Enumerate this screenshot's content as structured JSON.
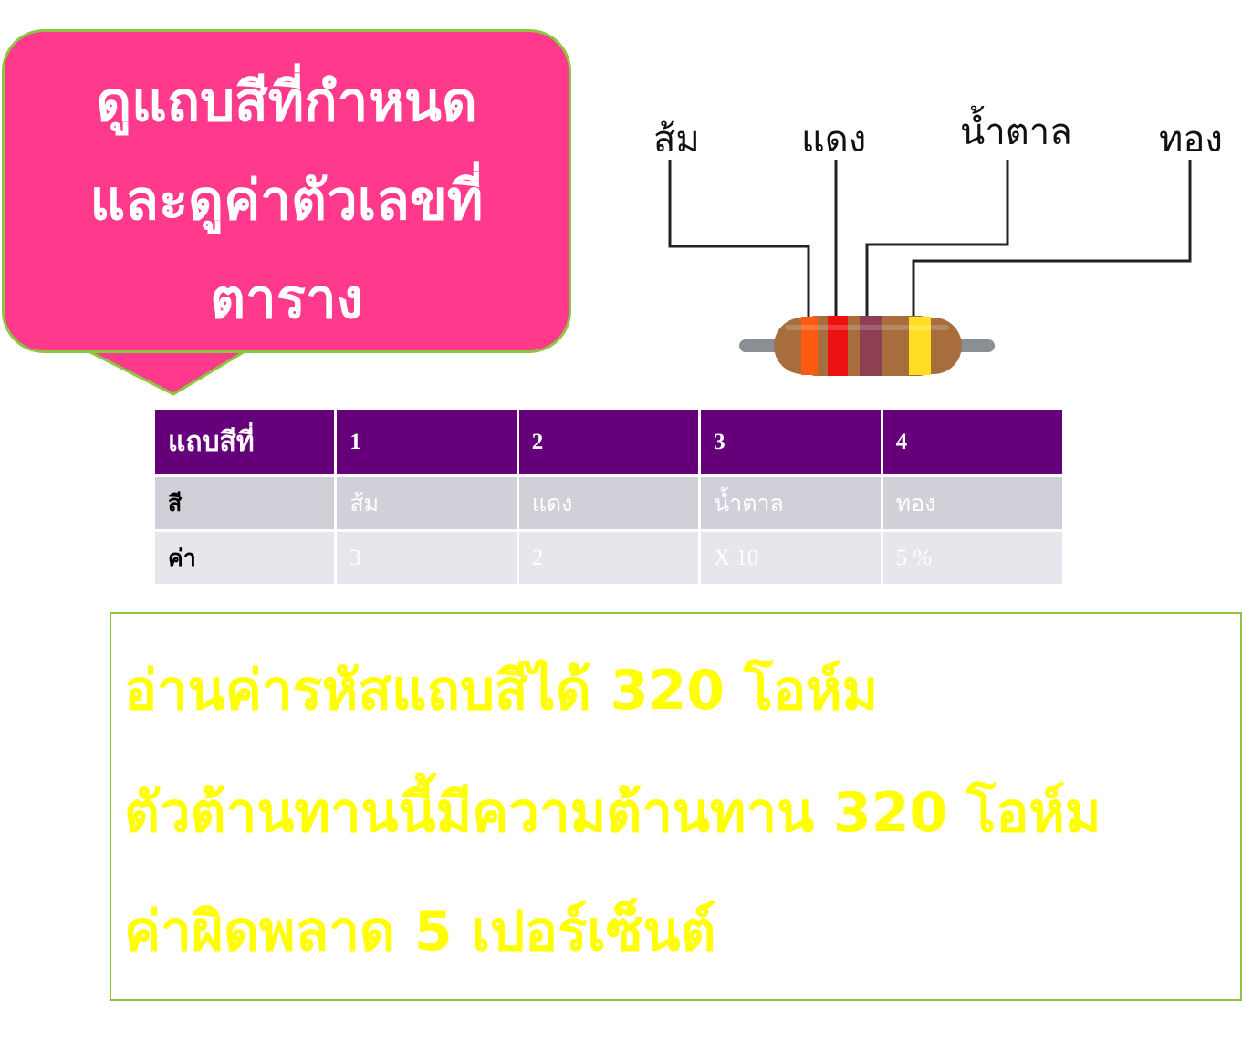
{
  "callout": {
    "lines": [
      "ดูแถบสีที่กำหนด",
      "และดูค่าตัวเลขที่",
      "ตาราง"
    ],
    "fill_color": "#ff3a8c",
    "border_color": "#8cc63f"
  },
  "diagram": {
    "labels": [
      "ส้ม",
      "แดง",
      "น้ำตาล",
      "ทอง"
    ]
  },
  "table": {
    "header": [
      "แถบสีที่",
      "1",
      "2",
      "3",
      "4"
    ],
    "rows": [
      [
        "สี",
        "ส้ม",
        "แดง",
        "น้ำตาล",
        "ทอง"
      ],
      [
        "ค่า",
        "3",
        "2",
        "X 10",
        "5 %"
      ]
    ],
    "header_color": "#66007a"
  },
  "result": {
    "lines": [
      "อ่านค่ารหัสแถบสีได้ 320 โอห์ม",
      "ตัวต้านทานนี้มีความต้านทาน 320 โอห์ม",
      "ค่าผิดพลาด 5 เปอร์เซ็นต์"
    ],
    "text_color": "#ffff00"
  }
}
